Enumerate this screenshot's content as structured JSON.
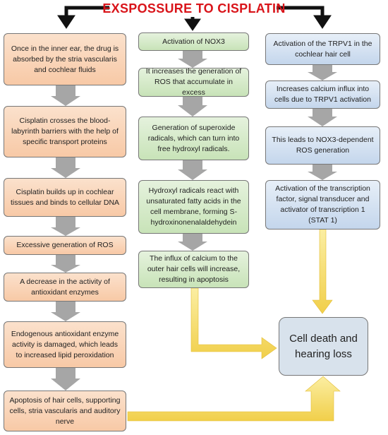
{
  "title": "EXSPOSSURE TO CISPLATIN",
  "column_left": {
    "boxes": [
      "Once in the inner ear, the drug is absorbed by the stria vascularis and cochlear fluids",
      "Cisplatin crosses the blood-labyrinth barriers with the help of specific transport proteins",
      "Cisplatin builds up in cochlear tissues and binds to cellular DNA",
      "Excessive generation of ROS",
      "A decrease in the activity of antioxidant enzymes",
      "Endogenous antioxidant enzyme activity is damaged, which leads to increased lipid peroxidation",
      "Apoptosis of hair cells, supporting cells, stria vascularis and auditory nerve"
    ]
  },
  "column_middle": {
    "boxes": [
      "Activation of NOX3",
      "It increases the generation of ROS that accumulate in excess",
      "Generation of superoxide radicals, which can turn into free hydroxyl radicals.",
      "Hydroxyl radicals react with unsaturated fatty acids in the cell membrane, forming S-hydroxinonenalaldehydein",
      "The influx of calcium to the outer hair cells will increase, resulting in apoptosis"
    ]
  },
  "column_right": {
    "boxes": [
      "Activation of the TRPV1 in the cochlear hair cell",
      "Increases calcium influx into cells due to TRPV1 activation",
      "This leads to NOX3-dependent ROS generation",
      "Activation of the transcription factor, signal transducer and activator of transcription 1 (STAT 1)"
    ]
  },
  "outcome": "Cell death and hearing loss",
  "colors": {
    "title": "#d9141a",
    "orange_box": "#f8c9a6",
    "green_box": "#c8e3b8",
    "blue_box": "#c4d6ec",
    "outcome_box": "#d8e2ec",
    "gray_arrow": "#a6a6a6",
    "yellow_arrow": "#f4dc6a"
  }
}
